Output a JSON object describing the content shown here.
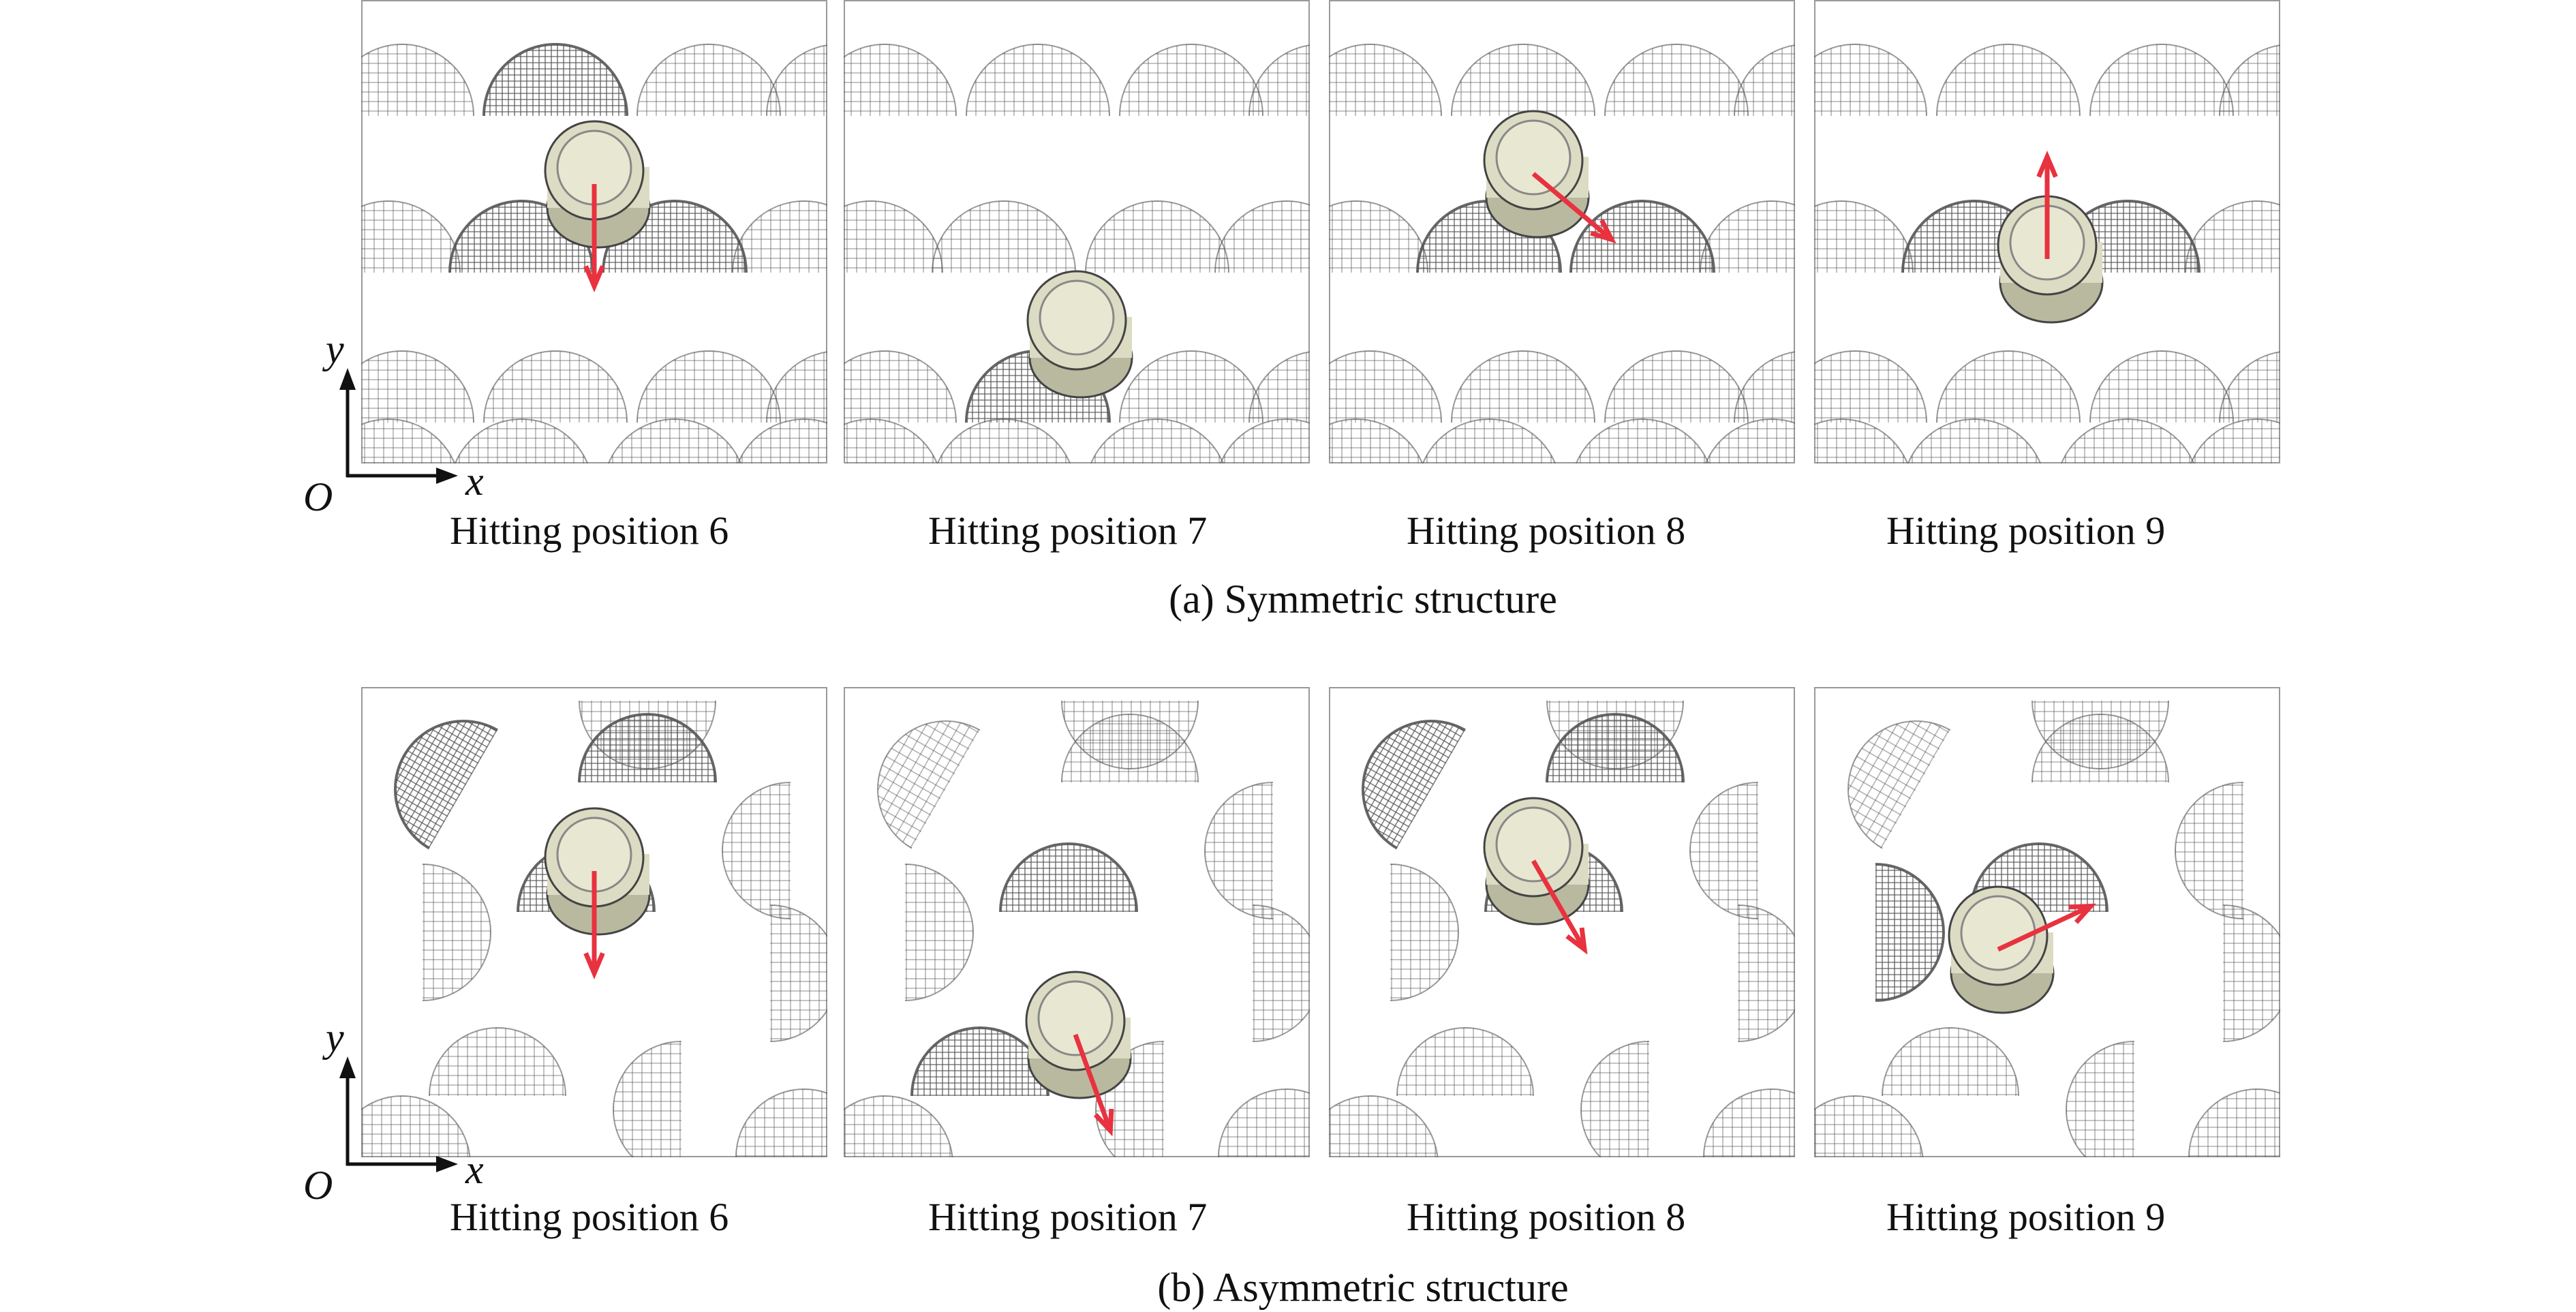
{
  "rows": [
    {
      "id": "a",
      "caption": "(a) Symmetric structure",
      "structure": "symmetric",
      "panels": [
        {
          "label": "Hitting position 6",
          "position": 6,
          "arrow_dir_deg": 270,
          "projectile_shift": "up"
        },
        {
          "label": "Hitting position 7",
          "position": 7,
          "arrow_dir_deg": null,
          "projectile_shift": "down"
        },
        {
          "label": "Hitting position 8",
          "position": 8,
          "arrow_dir_deg": 320,
          "projectile_shift": "up"
        },
        {
          "label": "Hitting position 9",
          "position": 9,
          "arrow_dir_deg": 90,
          "projectile_shift": "center"
        }
      ]
    },
    {
      "id": "b",
      "caption": "(b) Asymmetric structure",
      "structure": "asymmetric",
      "panels": [
        {
          "label": "Hitting position 6",
          "position": 6,
          "arrow_dir_deg": 270,
          "projectile_shift": "up"
        },
        {
          "label": "Hitting position 7",
          "position": 7,
          "arrow_dir_deg": 290,
          "projectile_shift": "down"
        },
        {
          "label": "Hitting position 8",
          "position": 8,
          "arrow_dir_deg": 300,
          "projectile_shift": "up"
        },
        {
          "label": "Hitting position 9",
          "position": 9,
          "arrow_dir_deg": 25,
          "projectile_shift": "center"
        }
      ]
    }
  ],
  "axes": {
    "origin": "O",
    "x": "x",
    "y": "y"
  },
  "colors": {
    "arrow": "#e8323f",
    "projectile_fill": "#dcdcc4",
    "projectile_top": "#e8e8d2",
    "mesh": "#555555",
    "frame": "#999999"
  }
}
